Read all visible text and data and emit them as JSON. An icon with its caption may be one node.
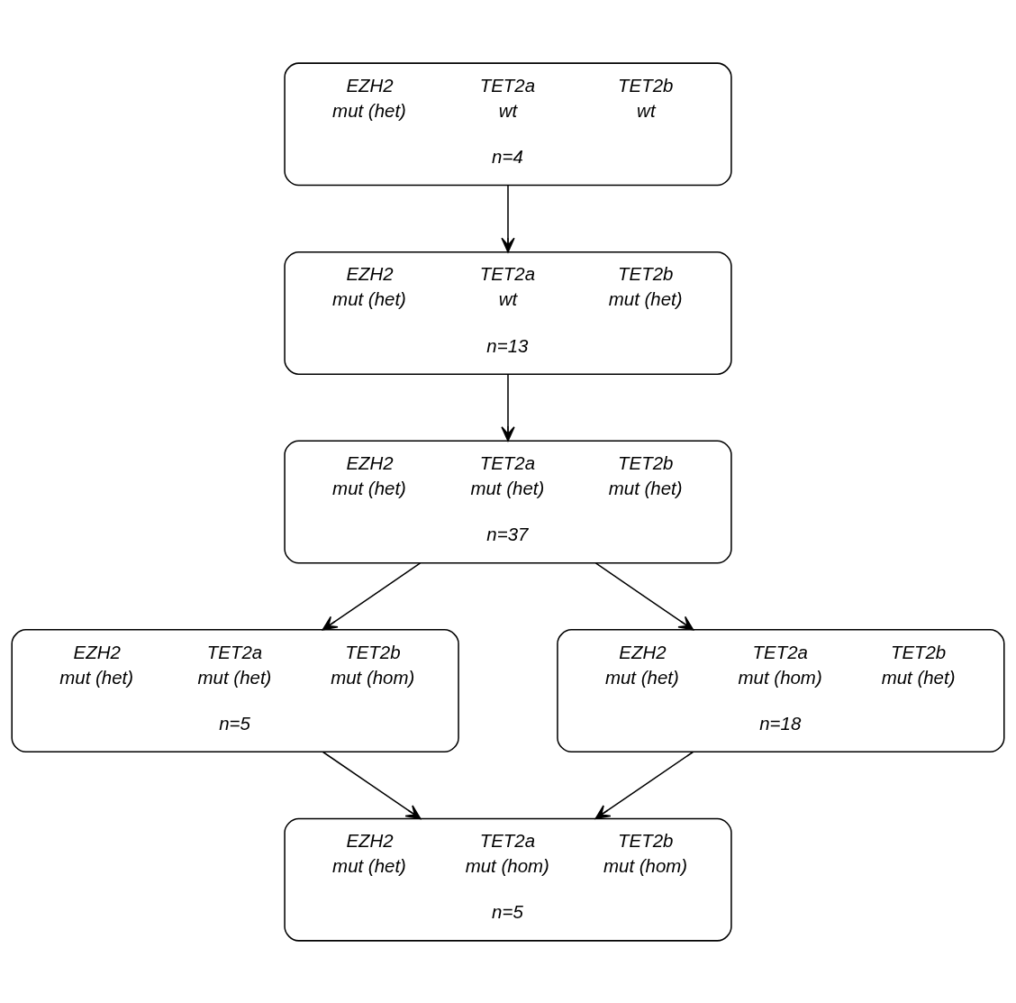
{
  "diagram": {
    "nodes": [
      {
        "text": [
          "EZH2",
          "TET2a",
          "TET2b",
          "mut (het)",
          "wt",
          "wt",
          "n=4"
        ]
      },
      {
        "text": [
          "EZH2",
          "TET2a",
          "TET2b",
          "mut (het)",
          "wt",
          "mut (het)",
          "n=13"
        ]
      },
      {
        "text": [
          "EZH2",
          "TET2a",
          "TET2b",
          "mut (het)",
          "mut (het)",
          "mut (het)",
          "n=37"
        ]
      },
      {
        "text": [
          "EZH2",
          "TET2a",
          "TET2b",
          "mut (het)",
          "mut (het)",
          "mut (hom)",
          "n=5"
        ]
      },
      {
        "text": [
          "EZH2",
          "TET2a",
          "TET2b",
          "mut (het)",
          "mut (hom)",
          "mut (het)",
          "n=18"
        ]
      },
      {
        "text": [
          "EZH2",
          "TET2a",
          "TET2b",
          "mut (het)",
          "mut (hom)",
          "mut (hom)",
          "n=5"
        ]
      }
    ],
    "edges": [
      {
        "from": 0,
        "to": 1,
        "arrow": "to"
      },
      {
        "from": 1,
        "to": 2,
        "arrow": "to"
      },
      {
        "from": 2,
        "to": 3,
        "arrow": "to"
      },
      {
        "from": 2,
        "to": 4,
        "arrow": "to"
      },
      {
        "from": 3,
        "to": 5,
        "arrow": "to"
      },
      {
        "from": 4,
        "to": 5,
        "arrow": "to"
      }
    ]
  }
}
